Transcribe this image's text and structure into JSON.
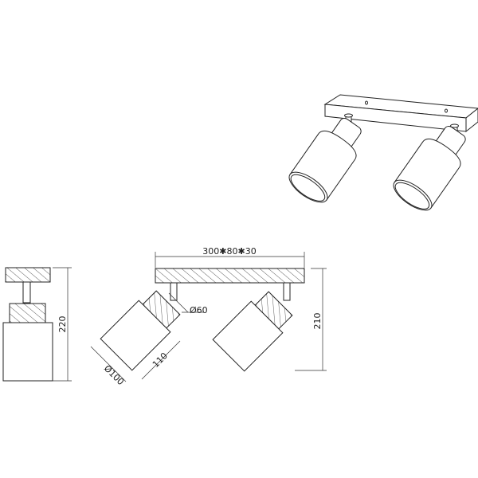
{
  "drawing": {
    "labels": {
      "bar_size": "300✱80✱30",
      "shade_diameter": "Ø100",
      "holder_diameter": "Ø60",
      "shade_length": "110",
      "total_height_front": "210",
      "total_height_side": "220"
    },
    "line_color": "#222222",
    "background": "#ffffff"
  }
}
